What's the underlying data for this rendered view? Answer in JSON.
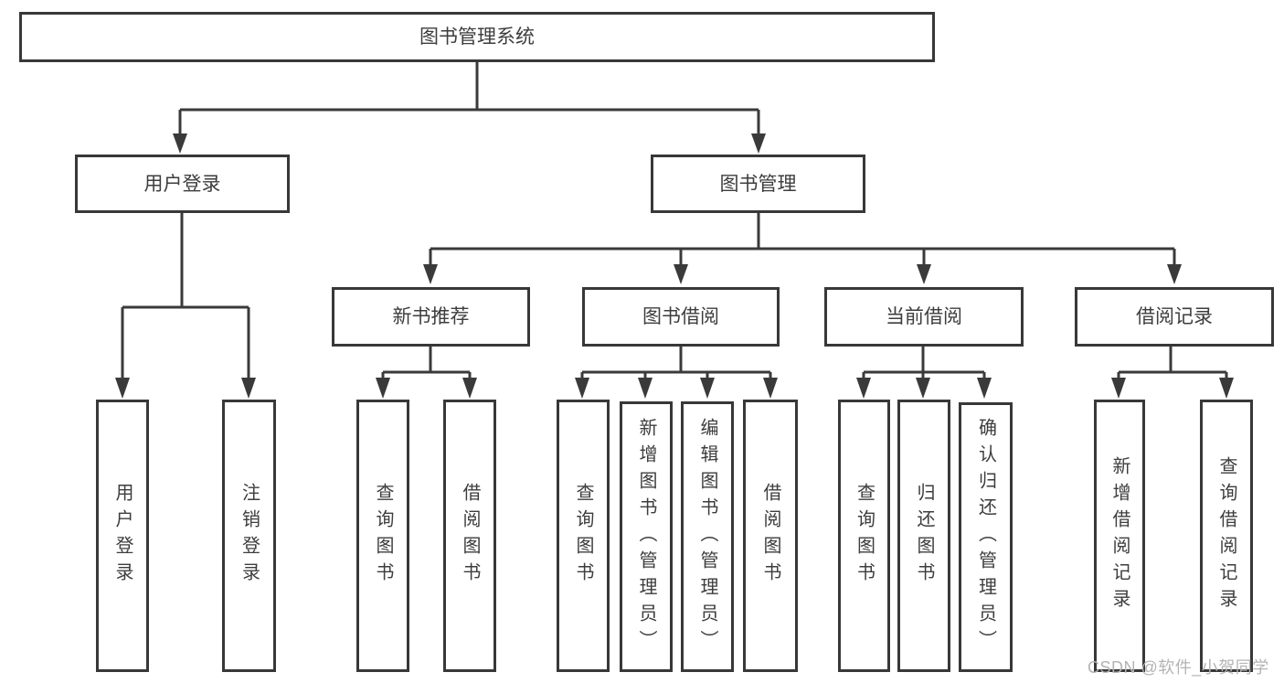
{
  "diagram": {
    "title": "图书管理系统",
    "root": {
      "label": "图书管理系统"
    },
    "level2": {
      "user_login": "用户登录",
      "book_management": "图书管理"
    },
    "level3": {
      "new_book_recommend": "新书推荐",
      "book_borrow": "图书借阅",
      "current_borrow": "当前借阅",
      "borrow_records": "借阅记录"
    },
    "leaves": {
      "user_login": "用户登录",
      "logout": "注销登录",
      "recommend_query_book": "查询图书",
      "recommend_borrow_book": "借阅图书",
      "borrow_query_book": "查询图书",
      "borrow_add_book": "新增图书（管理员）",
      "borrow_edit_book": "编辑图书（管理员）",
      "borrow_borrow_book": "借阅图书",
      "current_query_book": "查询图书",
      "current_return_book": "归还图书",
      "current_confirm_return": "确认归还（管理员）",
      "records_add_record": "新增借阅记录",
      "records_query_record": "查询借阅记录"
    }
  },
  "watermark": {
    "text": "CSDN @软件_小贺同学"
  },
  "colors": {
    "line": "#3a3a3a",
    "box_border": "#383838",
    "text": "#3d3d3d",
    "watermark_text": "#b4b4b4",
    "background": "#ffffff"
  }
}
